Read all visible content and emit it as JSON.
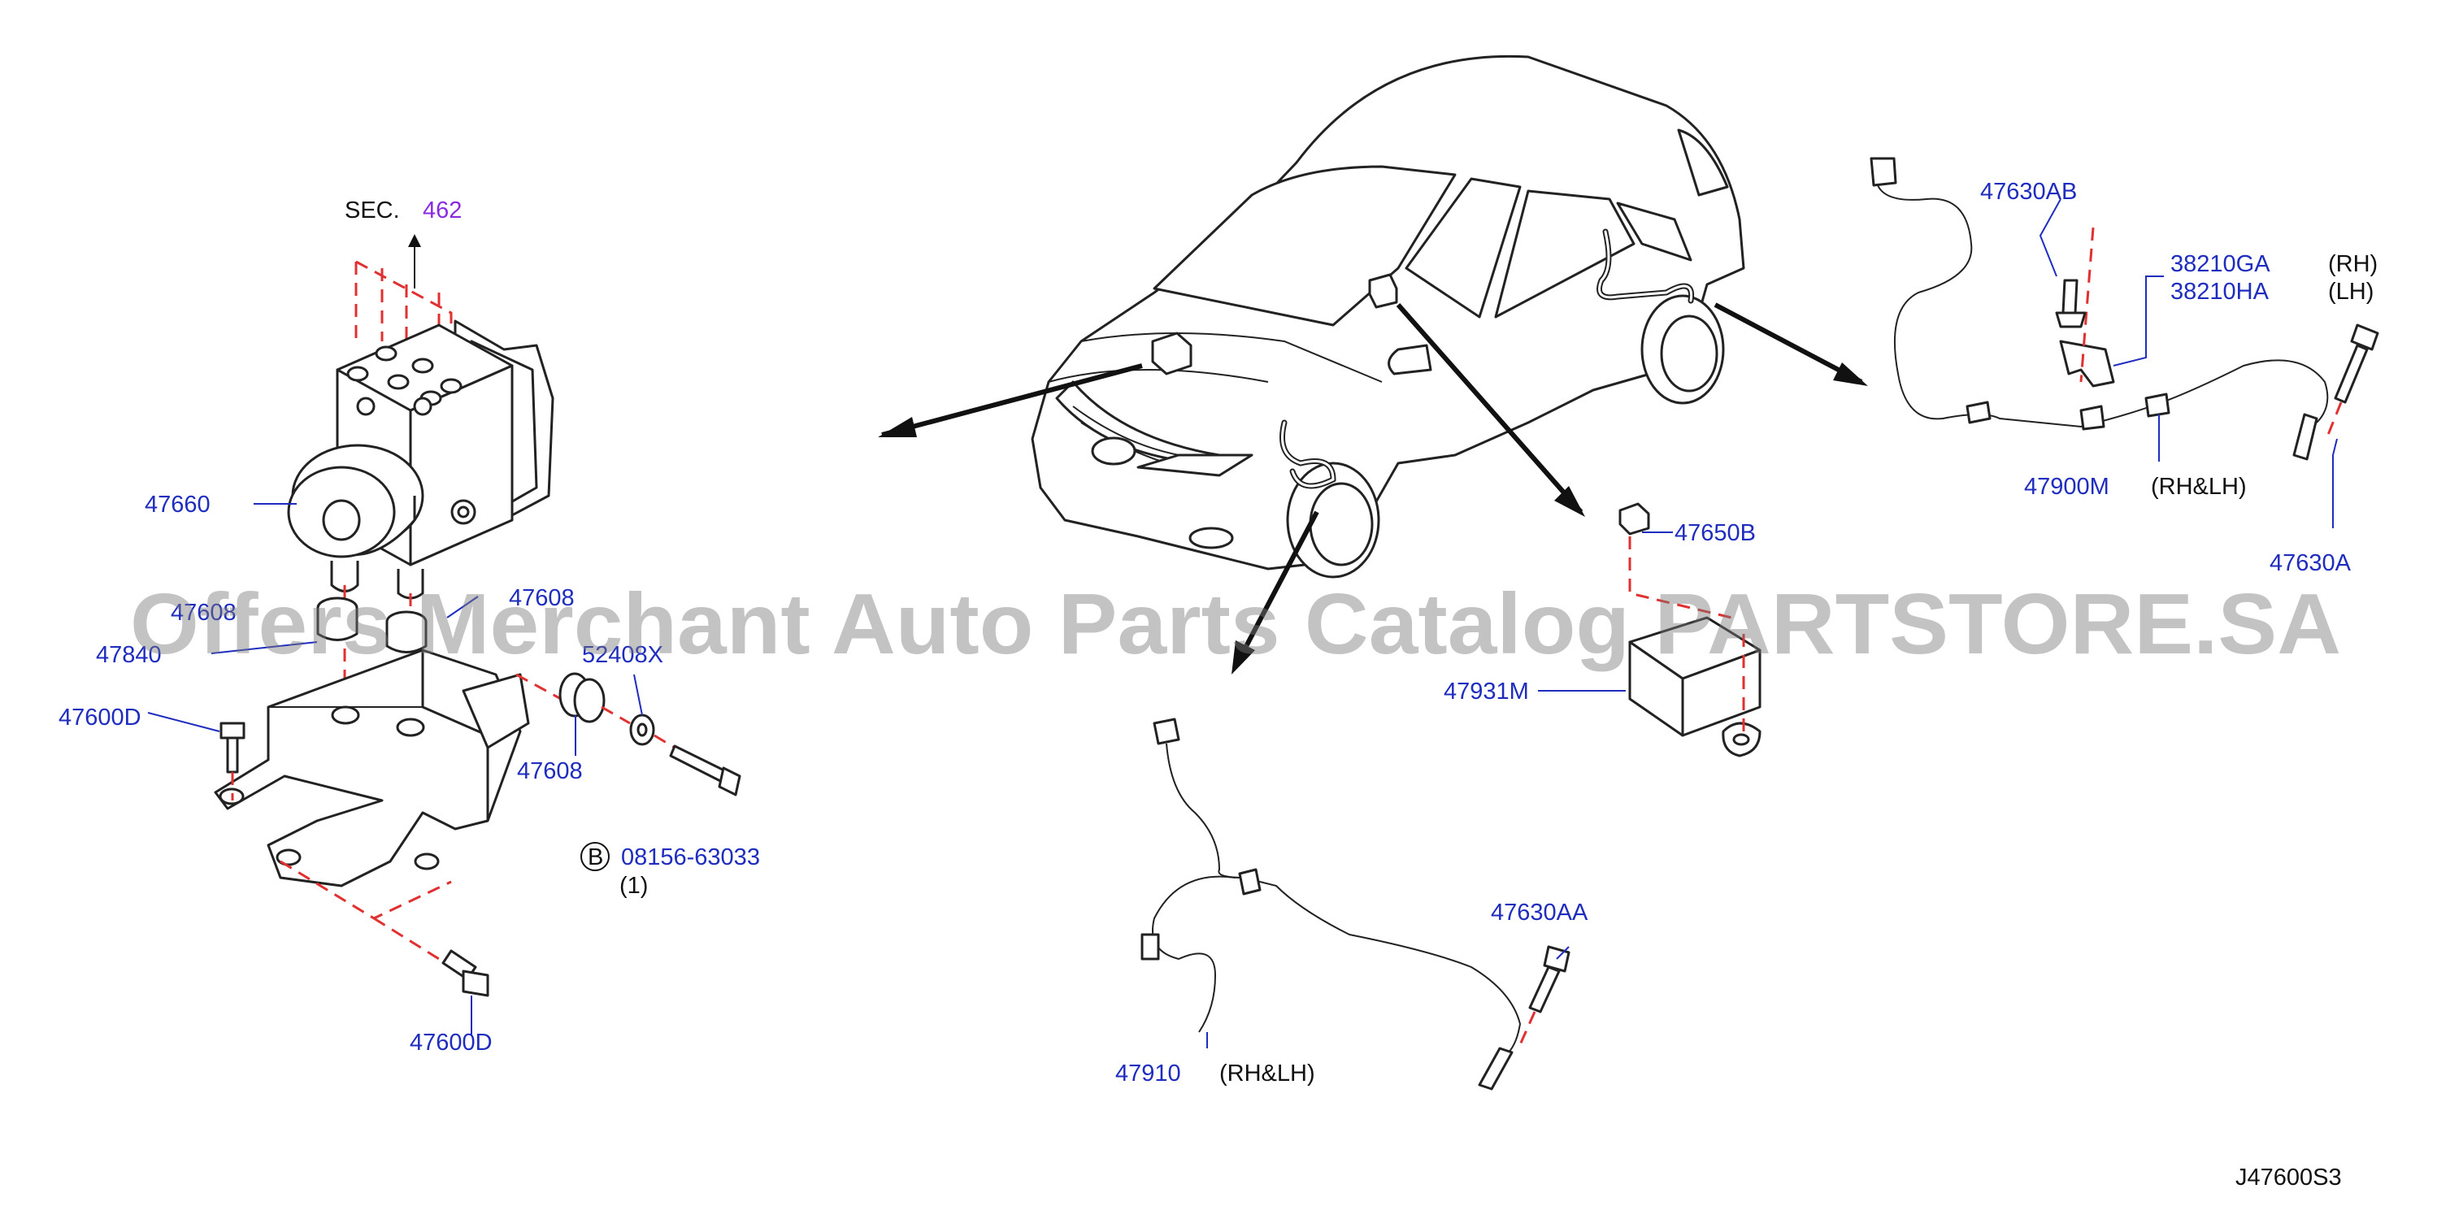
{
  "diagram": {
    "section_ref": {
      "prefix": "SEC.",
      "number": "462"
    },
    "labels": {
      "p47660": "47660",
      "p47608_top": "47608",
      "p47608_a": "47608",
      "p47608_b": "47608",
      "p47840": "47840",
      "p52408x": "52408X",
      "p47600d_left": "47600D",
      "p47600d_bottom": "47600D",
      "p08156": "08156-63033",
      "p08156_marker": "B",
      "p08156_qty": "(1)",
      "p47650b": "47650B",
      "p47931m": "47931M",
      "p47630ab": "47630AB",
      "p38210ga": "38210GA",
      "p38210ga_side": "(RH)",
      "p38210ha": "38210HA",
      "p38210ha_side": "(LH)",
      "p47900m": "47900M",
      "p47900m_side": "(RH&LH)",
      "p47630a": "47630A",
      "p47630aa": "47630AA",
      "p47910": "47910",
      "p47910_side": "(RH&LH)",
      "drawing_code": "J47600S3"
    },
    "watermark": "Offers Merchant Auto Parts Catalog PARTSTORE.SA",
    "colors": {
      "part_number": "#1f2dbf",
      "section_link": "#8a2be2",
      "leader_dashed": "#e03030",
      "line_art": "#222222"
    }
  }
}
